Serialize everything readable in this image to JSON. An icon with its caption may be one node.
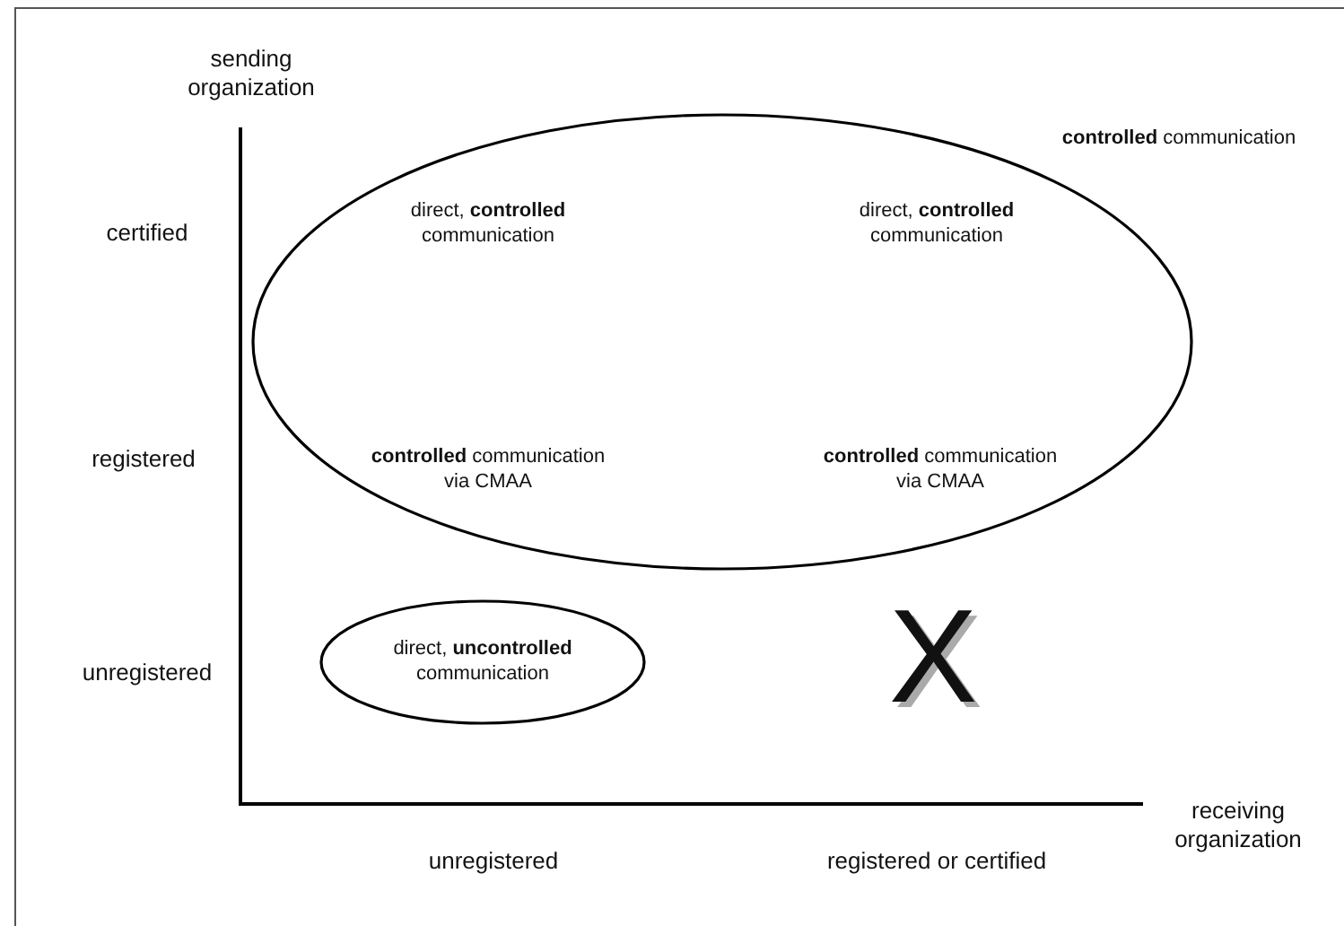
{
  "diagram": {
    "nodes": [
      {
        "text": [
          "**controlled** communication",
          "direct, **controlled** communication",
          "direct, **controlled** communication",
          "**controlled** communication via CMAA",
          "**controlled** communication via CMAA"
        ]
      },
      {
        "text": [
          "direct, **uncontrolled** communication"
        ]
      }
    ],
    "labels": [
      "sending organization",
      "certified",
      "registered",
      "unregistered",
      "X",
      "receiving organization",
      "unregistered",
      "registered or certified"
    ]
  }
}
